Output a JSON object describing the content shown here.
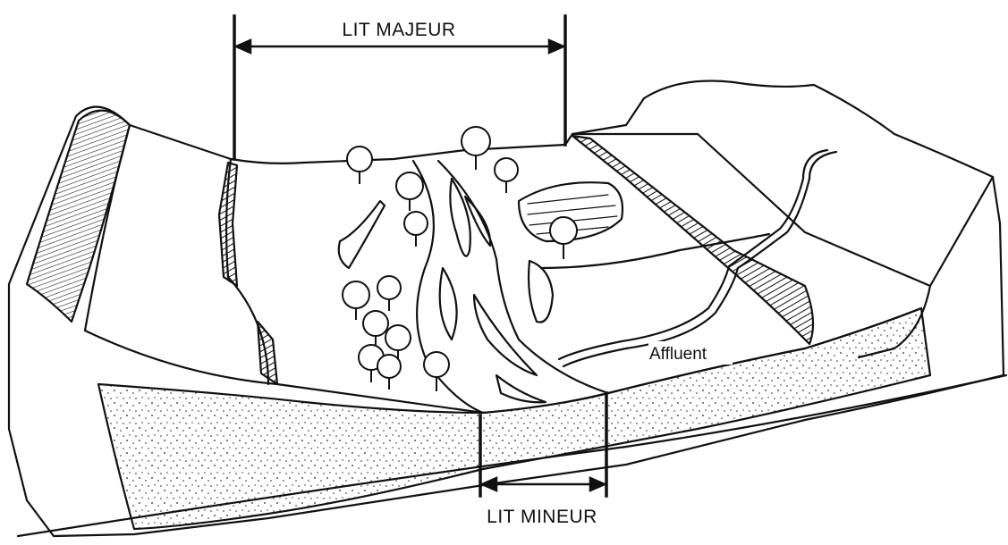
{
  "labels": {
    "lit_majeur": "LIT MAJEUR",
    "lit_mineur": "LIT MINEUR",
    "affluent": "Affluent"
  }
}
